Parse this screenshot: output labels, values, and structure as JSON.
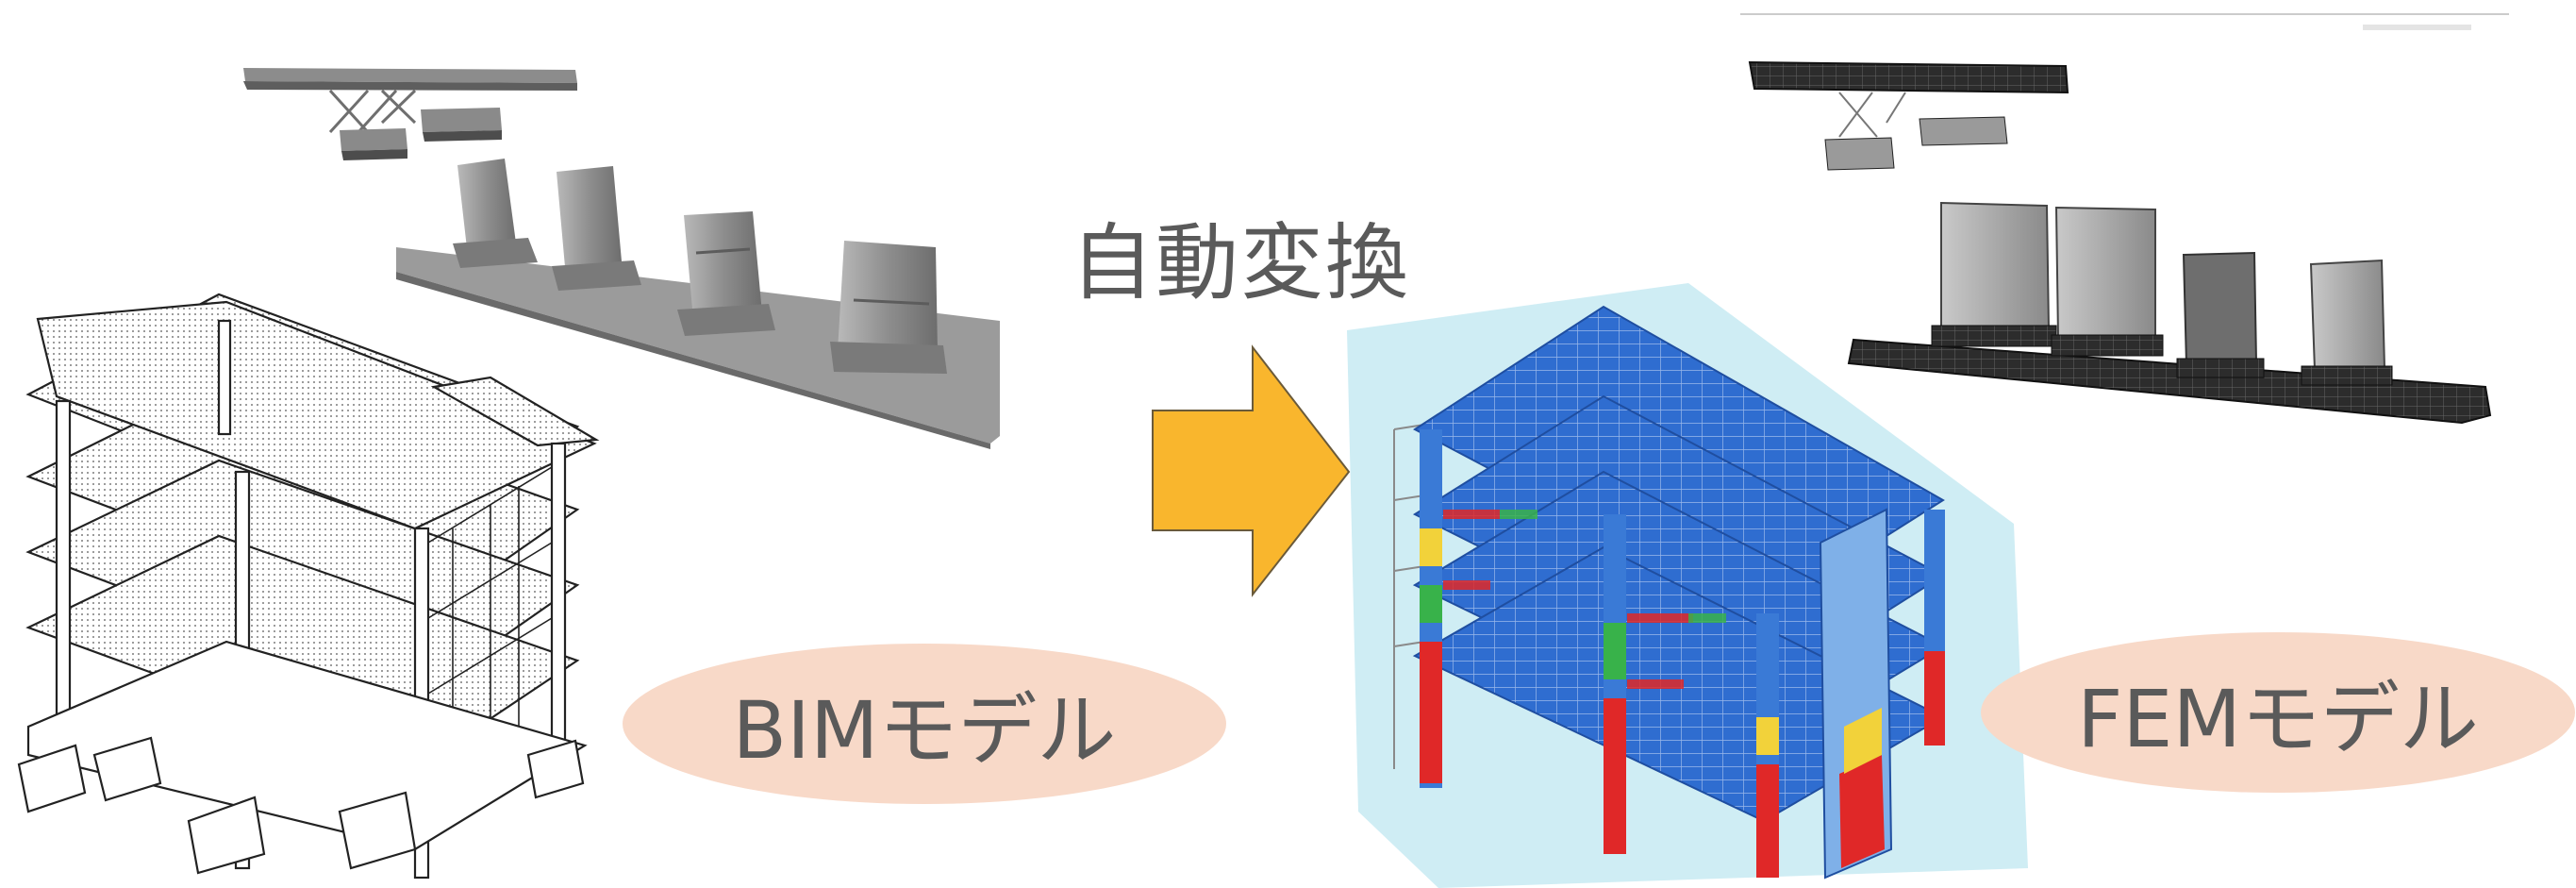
{
  "diagram": {
    "conversion_label": "自動変換",
    "bim_label": "BIMモデル",
    "fem_label": "FEMモデル",
    "colors": {
      "arrow": "#F9B62D",
      "label_pill": "#F8D9C8",
      "fem_floor": "#2F6DD0",
      "fem_hot": "#E02828",
      "fem_panel": "#CFEDF4",
      "label_text": "#5A5A5A"
    }
  }
}
